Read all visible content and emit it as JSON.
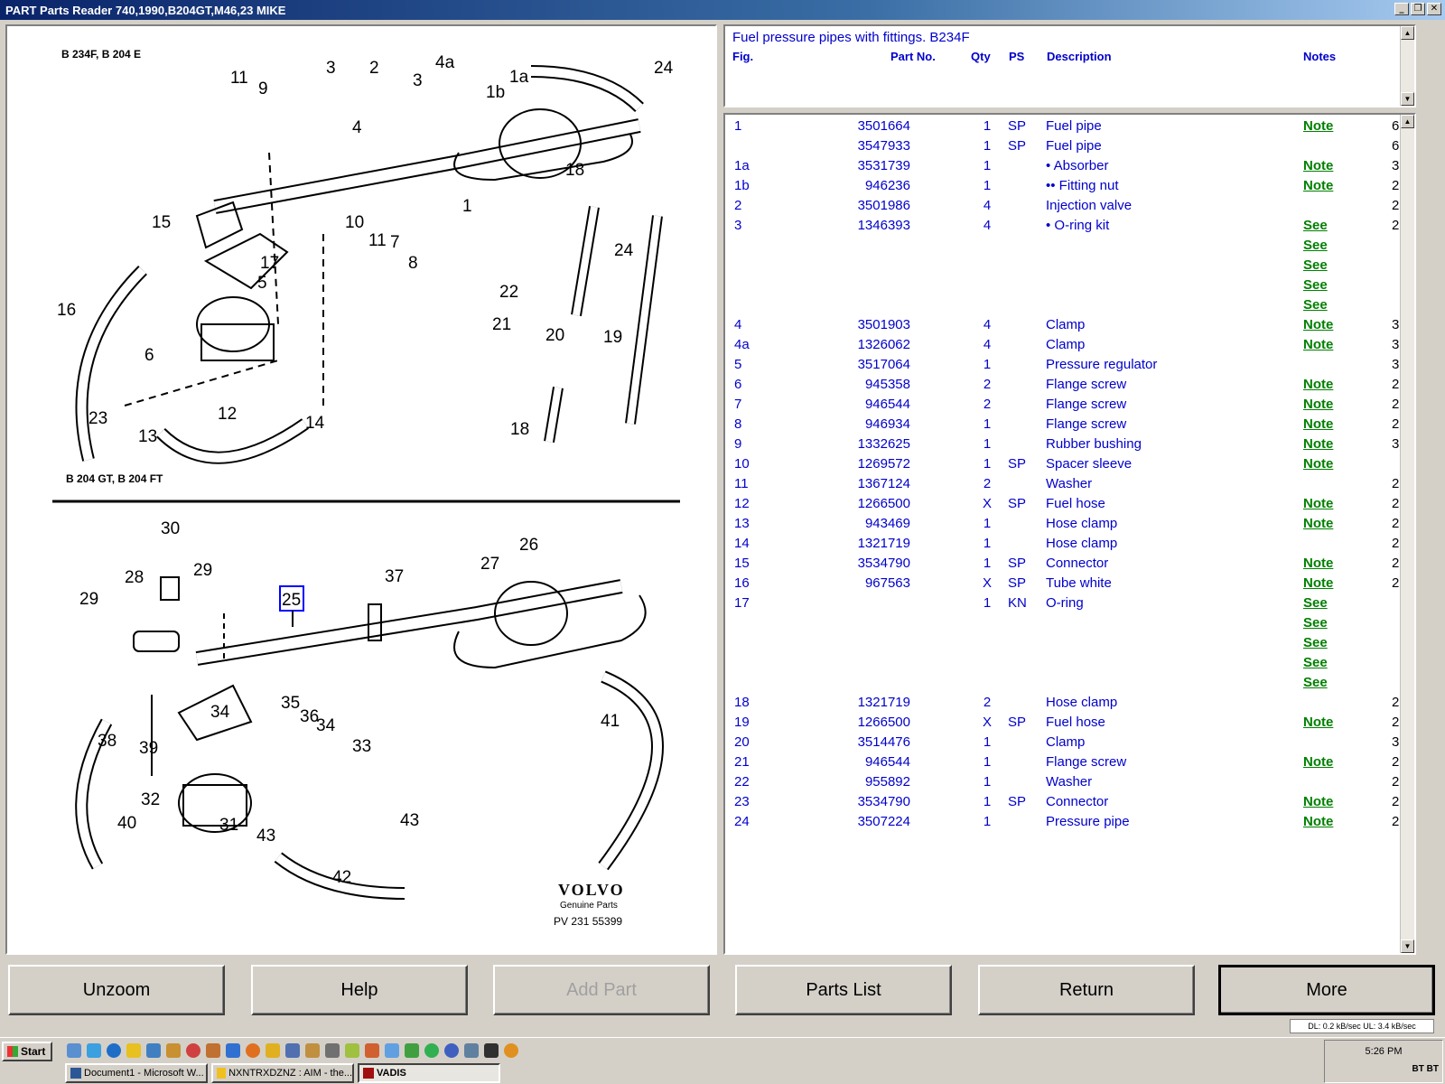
{
  "window": {
    "title": "PART Parts Reader 740,1990,B204GT,M46,23 MIKE"
  },
  "drawing": {
    "top_engine_label": "B 234F, B 204 E",
    "bottom_engine_label": "B 204 GT, B 204 FT",
    "brand": "VOLVO",
    "brand_sub": "Genuine Parts",
    "plate_code": "PV  231 55399",
    "selected_callout": "25",
    "callouts_top": [
      "11",
      "9",
      "3",
      "2",
      "3",
      "4a",
      "1a",
      "24",
      "1b",
      "4",
      "18",
      "1",
      "15",
      "10",
      "11",
      "7",
      "17",
      "5",
      "8",
      "16",
      "22",
      "21",
      "20",
      "19",
      "24",
      "6",
      "23",
      "12",
      "13",
      "14",
      "18"
    ],
    "callouts_bottom": [
      "30",
      "28",
      "29",
      "29",
      "37",
      "27",
      "26",
      "34",
      "35",
      "36",
      "34",
      "33",
      "38",
      "39",
      "41",
      "32",
      "40",
      "31",
      "43",
      "43",
      "42"
    ]
  },
  "header": {
    "title": "Fuel pressure pipes with fittings. B234F",
    "columns": {
      "fig": "Fig.",
      "part": "Part No.",
      "qty": "Qty",
      "ps": "PS",
      "desc": "Description",
      "notes": "Notes"
    }
  },
  "parts": [
    {
      "fig": "1",
      "part": "3501664",
      "qty": "1",
      "ps": "SP",
      "desc": "Fuel pipe",
      "note": "Note",
      "last": "6"
    },
    {
      "fig": "",
      "part": "3547933",
      "qty": "1",
      "ps": "SP",
      "desc": "Fuel pipe",
      "note": "",
      "last": "6"
    },
    {
      "fig": "1a",
      "part": "3531739",
      "qty": "1",
      "ps": "",
      "desc": "• Absorber",
      "note": "Note",
      "last": "3"
    },
    {
      "fig": "1b",
      "part": "946236",
      "qty": "1",
      "ps": "",
      "desc": "•• Fitting nut",
      "note": "Note",
      "last": "2"
    },
    {
      "fig": "2",
      "part": "3501986",
      "qty": "4",
      "ps": "",
      "desc": "Injection valve",
      "note": "",
      "last": "2"
    },
    {
      "fig": "3",
      "part": "1346393",
      "qty": "4",
      "ps": "",
      "desc": "• O-ring kit",
      "note": "See",
      "last": "2"
    },
    {
      "fig": "",
      "part": "",
      "qty": "",
      "ps": "",
      "desc": "",
      "note": "See",
      "last": ""
    },
    {
      "fig": "",
      "part": "",
      "qty": "",
      "ps": "",
      "desc": "",
      "note": "See",
      "last": ""
    },
    {
      "fig": "",
      "part": "",
      "qty": "",
      "ps": "",
      "desc": "",
      "note": "See",
      "last": ""
    },
    {
      "fig": "",
      "part": "",
      "qty": "",
      "ps": "",
      "desc": "",
      "note": "See",
      "last": ""
    },
    {
      "fig": "4",
      "part": "3501903",
      "qty": "4",
      "ps": "",
      "desc": "Clamp",
      "note": "Note",
      "last": "3"
    },
    {
      "fig": "4a",
      "part": "1326062",
      "qty": "4",
      "ps": "",
      "desc": "Clamp",
      "note": "Note",
      "last": "3"
    },
    {
      "fig": "5",
      "part": "3517064",
      "qty": "1",
      "ps": "",
      "desc": "Pressure regulator",
      "note": "",
      "last": "3"
    },
    {
      "fig": "6",
      "part": "945358",
      "qty": "2",
      "ps": "",
      "desc": "Flange screw",
      "note": "Note",
      "last": "2"
    },
    {
      "fig": "7",
      "part": "946544",
      "qty": "2",
      "ps": "",
      "desc": "Flange screw",
      "note": "Note",
      "last": "2"
    },
    {
      "fig": "8",
      "part": "946934",
      "qty": "1",
      "ps": "",
      "desc": "Flange screw",
      "note": "Note",
      "last": "2"
    },
    {
      "fig": "9",
      "part": "1332625",
      "qty": "1",
      "ps": "",
      "desc": "Rubber bushing",
      "note": "Note",
      "last": "3"
    },
    {
      "fig": "10",
      "part": "1269572",
      "qty": "1",
      "ps": "SP",
      "desc": "Spacer sleeve",
      "note": "Note",
      "last": ""
    },
    {
      "fig": "11",
      "part": "1367124",
      "qty": "2",
      "ps": "",
      "desc": "Washer",
      "note": "",
      "last": "2"
    },
    {
      "fig": "12",
      "part": "1266500",
      "qty": "X",
      "ps": "SP",
      "desc": "Fuel hose",
      "note": "Note",
      "last": "2"
    },
    {
      "fig": "13",
      "part": "943469",
      "qty": "1",
      "ps": "",
      "desc": "Hose clamp",
      "note": "Note",
      "last": "2"
    },
    {
      "fig": "14",
      "part": "1321719",
      "qty": "1",
      "ps": "",
      "desc": "Hose clamp",
      "note": "",
      "last": "2"
    },
    {
      "fig": "15",
      "part": "3534790",
      "qty": "1",
      "ps": "SP",
      "desc": "Connector",
      "note": "Note",
      "last": "2"
    },
    {
      "fig": "16",
      "part": "967563",
      "qty": "X",
      "ps": "SP",
      "desc": "Tube white",
      "note": "Note",
      "last": "2"
    },
    {
      "fig": "17",
      "part": "",
      "qty": "1",
      "ps": "KN",
      "desc": "O-ring",
      "note": "See",
      "last": ""
    },
    {
      "fig": "",
      "part": "",
      "qty": "",
      "ps": "",
      "desc": "",
      "note": "See",
      "last": ""
    },
    {
      "fig": "",
      "part": "",
      "qty": "",
      "ps": "",
      "desc": "",
      "note": "See",
      "last": ""
    },
    {
      "fig": "",
      "part": "",
      "qty": "",
      "ps": "",
      "desc": "",
      "note": "See",
      "last": ""
    },
    {
      "fig": "",
      "part": "",
      "qty": "",
      "ps": "",
      "desc": "",
      "note": "See",
      "last": ""
    },
    {
      "fig": "18",
      "part": "1321719",
      "qty": "2",
      "ps": "",
      "desc": "Hose clamp",
      "note": "",
      "last": "2"
    },
    {
      "fig": "19",
      "part": "1266500",
      "qty": "X",
      "ps": "SP",
      "desc": "Fuel hose",
      "note": "Note",
      "last": "2"
    },
    {
      "fig": "20",
      "part": "3514476",
      "qty": "1",
      "ps": "",
      "desc": "Clamp",
      "note": "",
      "last": "3"
    },
    {
      "fig": "21",
      "part": "946544",
      "qty": "1",
      "ps": "",
      "desc": "Flange screw",
      "note": "Note",
      "last": "2"
    },
    {
      "fig": "22",
      "part": "955892",
      "qty": "1",
      "ps": "",
      "desc": "Washer",
      "note": "",
      "last": "2"
    },
    {
      "fig": "23",
      "part": "3534790",
      "qty": "1",
      "ps": "SP",
      "desc": "Connector",
      "note": "Note",
      "last": "2"
    },
    {
      "fig": "24",
      "part": "3507224",
      "qty": "1",
      "ps": "",
      "desc": "Pressure pipe",
      "note": "Note",
      "last": "2"
    }
  ],
  "buttons": {
    "unzoom": "Unzoom",
    "help": "Help",
    "add_part": "Add Part",
    "parts_list": "Parts List",
    "return": "Return",
    "more": "More"
  },
  "status": {
    "speed": "DL: 0.2 kB/sec  UL: 3.4 kB/sec"
  },
  "taskbar": {
    "start": "Start",
    "tasks": [
      "Document1 - Microsoft W...",
      "NXNTRXDZNZ : AIM - the...",
      "VADIS"
    ],
    "clock": "5:26 PM",
    "tray_text": "BT BT"
  },
  "colors": {
    "link": "#0000cc",
    "note": "#008000",
    "titlebar": "#0a246a"
  }
}
